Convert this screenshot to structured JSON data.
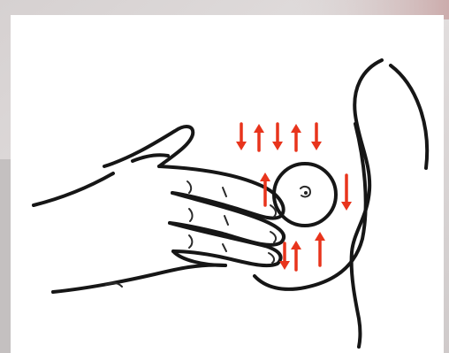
{
  "illustration": {
    "subject": "breast-self-exam",
    "arrow_color": "#e8341c",
    "line_color": "#161616",
    "arrows": [
      {
        "dir": "down"
      },
      {
        "dir": "up"
      },
      {
        "dir": "down"
      },
      {
        "dir": "up"
      },
      {
        "dir": "down"
      },
      {
        "dir": "up"
      },
      {
        "dir": "down"
      },
      {
        "dir": "up"
      }
    ]
  }
}
